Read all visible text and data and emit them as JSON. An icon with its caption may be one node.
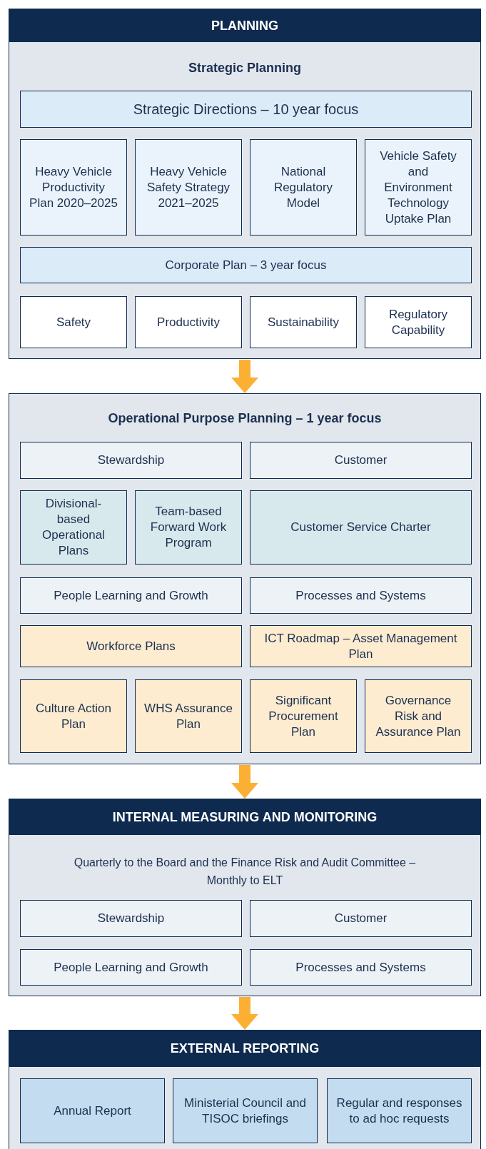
{
  "diagram": {
    "nodes": [
      {
        "text": [
          "PLANNING",
          "Strategic Planning"
        ]
      },
      {
        "text": [
          "Strategic Directions – 10 year focus"
        ],
        "in": 0
      },
      {
        "text": [
          "Heavy Vehicle Productivity Plan 2020–2025"
        ],
        "in": 0
      },
      {
        "text": [
          "Heavy Vehicle Safety Strategy 2021–2025"
        ],
        "in": 0
      },
      {
        "text": [
          "National Regulatory Model"
        ],
        "in": 0
      },
      {
        "text": [
          "Vehicle Safety and Environment Technology Uptake Plan"
        ],
        "in": 0
      },
      {
        "text": [
          "Corporate Plan – 3 year focus"
        ],
        "in": 0
      },
      {
        "text": [
          "Safety"
        ],
        "in": 0
      },
      {
        "text": [
          "Productivity"
        ],
        "in": 0
      },
      {
        "text": [
          "Sustainability"
        ],
        "in": 0
      },
      {
        "text": [
          "Regulatory Capability"
        ],
        "in": 0
      },
      {
        "text": [
          "Operational Purpose Planning – 1 year focus"
        ]
      },
      {
        "text": [
          "Stewardship"
        ],
        "in": 11
      },
      {
        "text": [
          "Customer"
        ],
        "in": 11
      },
      {
        "text": [
          "Divisional-based Operational Plans"
        ],
        "in": 11
      },
      {
        "text": [
          "Team-based Forward Work Program"
        ],
        "in": 11
      },
      {
        "text": [
          "Customer Service Charter"
        ],
        "in": 11
      },
      {
        "text": [
          "People Learning and Growth"
        ],
        "in": 11
      },
      {
        "text": [
          "Processes and Systems"
        ],
        "in": 11
      },
      {
        "text": [
          "Workforce Plans"
        ],
        "in": 11
      },
      {
        "text": [
          "ICT Roadmap – Asset Management Plan"
        ],
        "in": 11
      },
      {
        "text": [
          "Culture Action Plan"
        ],
        "in": 11
      },
      {
        "text": [
          "WHS Assurance Plan"
        ],
        "in": 11
      },
      {
        "text": [
          "Significant Procurement Plan"
        ],
        "in": 11
      },
      {
        "text": [
          "Governance Risk and Assurance Plan"
        ],
        "in": 11
      },
      {
        "text": [
          "INTERNAL MEASURING AND MONITORING",
          "Quarterly to the Board and the Finance Risk and Audit Committee – Monthly to ELT"
        ]
      },
      {
        "text": [
          "Stewardship"
        ],
        "in": 25
      },
      {
        "text": [
          "Customer"
        ],
        "in": 25
      },
      {
        "text": [
          "People Learning and Growth"
        ],
        "in": 25
      },
      {
        "text": [
          "Processes and Systems"
        ],
        "in": 25
      },
      {
        "text": [
          "EXTERNAL REPORTING"
        ]
      },
      {
        "text": [
          "Annual Report"
        ],
        "in": 30
      },
      {
        "text": [
          "Ministerial Council and TISOC briefings"
        ],
        "in": 30
      },
      {
        "text": [
          "Regular and responses to ad hoc requests"
        ],
        "in": 30
      }
    ],
    "edges": [
      {
        "from": 0,
        "to": 11,
        "arrow": "to"
      },
      {
        "from": 11,
        "to": 25,
        "arrow": "to"
      },
      {
        "from": 25,
        "to": 30,
        "arrow": "to"
      }
    ]
  }
}
